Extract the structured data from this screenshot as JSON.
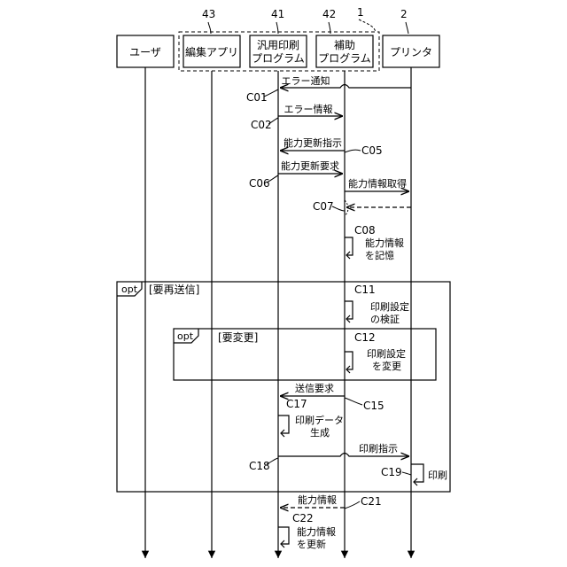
{
  "refs": {
    "app": "43",
    "universal": "41",
    "helper": "42",
    "group": "1",
    "printer": "2"
  },
  "participants": {
    "user": "ユーザ",
    "app": "編集アプリ",
    "universal_l1": "汎用印刷",
    "universal_l2": "プログラム",
    "helper_l1": "補助",
    "helper_l2": "プログラム",
    "printer": "プリンタ"
  },
  "messages": {
    "error_notice": "エラー通知",
    "error_info": "エラー情報",
    "capability_update_instruction": "能力更新指示",
    "capability_update_request": "能力更新要求",
    "capability_info_get": "能力情報取得",
    "send_request": "送信要求",
    "print_instruction": "印刷指示",
    "capability_info": "能力情報"
  },
  "notes": {
    "store_l1": "能力情報",
    "store_l2": "を記憶",
    "verify_l1": "印刷設定",
    "verify_l2": "の検証",
    "change_l1": "印刷設定",
    "change_l2": "を変更",
    "gen_l1": "印刷データ",
    "gen_l2": "生成",
    "print": "印刷",
    "update_l1": "能力情報",
    "update_l2": "を更新"
  },
  "steps": {
    "c01": "C01",
    "c02": "C02",
    "c05": "C05",
    "c06": "C06",
    "c07": "C07",
    "c08": "C08",
    "c11": "C11",
    "c12": "C12",
    "c15": "C15",
    "c17": "C17",
    "c18": "C18",
    "c19": "C19",
    "c21": "C21",
    "c22": "C22"
  },
  "fragments": {
    "outer_op": "opt",
    "outer_guard": "[要再送信]",
    "inner_op": "opt",
    "inner_guard": "[要変更]"
  }
}
